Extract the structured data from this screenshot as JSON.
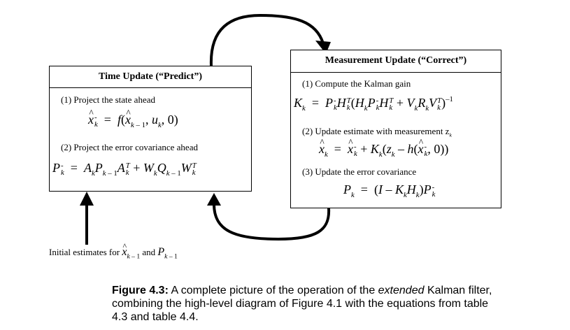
{
  "time_update": {
    "title": "Time Update (“Predict”)",
    "step1": "(1) Project the state ahead",
    "step2": "(2) Project the error covariance ahead"
  },
  "measurement_update": {
    "title": "Measurement Update (“Correct”)",
    "step1": "(1) Compute the Kalman gain",
    "step2": "(2) Update estimate with measurement z",
    "step2_sub": "k",
    "step3": "(3) Update the error covariance"
  },
  "initial": {
    "prefix": "Initial estimates for",
    "and": "and"
  },
  "caption": {
    "label": "Figure 4.3:",
    "text1": " A complete picture of the operation of the ",
    "emph": "extended",
    "text2": " Kalman filter, combining the high-level diagram of Figure 4.1 with the equations from table 4.3 and table 4.4."
  }
}
